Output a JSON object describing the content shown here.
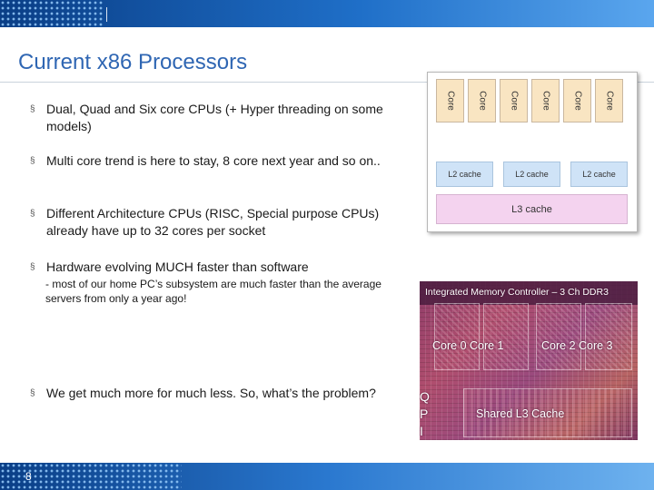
{
  "slide": {
    "title": "Current x86 Processors",
    "page_number": "8"
  },
  "bullets": [
    {
      "marker": "§",
      "text": "Dual, Quad and Six core CPUs (+ Hyper threading on some models)"
    },
    {
      "marker": "§",
      "text": "Multi core trend is here to stay, 8 core next year and so on.."
    },
    {
      "marker": "§",
      "text": "Different Architecture CPUs (RISC, Special purpose CPUs) already have up to 32 cores per socket"
    },
    {
      "marker": "§",
      "text": "Hardware evolving MUCH faster than software"
    },
    {
      "marker": "§",
      "text": "We get much more for much less. So, what’s the problem?"
    }
  ],
  "sub_bullet": "- most of our home PC’s subsystem are much faster than the average servers from only a year ago!",
  "core_diagram": {
    "cores": [
      "Core",
      "Core",
      "Core",
      "Core",
      "Core",
      "Core"
    ],
    "l2_caches": [
      "L2 cache",
      "L2 cache",
      "L2 cache"
    ],
    "l3_cache": "L3 cache",
    "colors": {
      "core": "#f9e5c2",
      "l2": "#cfe3f7",
      "l3": "#f4d3ef"
    }
  },
  "die_photo": {
    "memory_controller": "Integrated Memory Controller – 3 Ch DDR3",
    "cores_left": "Core 0 Core 1",
    "cores_right": "Core 2 Core 3",
    "qpi_letters": [
      "Q",
      "P",
      "I"
    ],
    "l3_label": "Shared L3 Cache"
  },
  "theme": {
    "accent": "#2f66b3",
    "banner_dark": "#0a3e86",
    "banner_light": "#5aa6ee"
  }
}
